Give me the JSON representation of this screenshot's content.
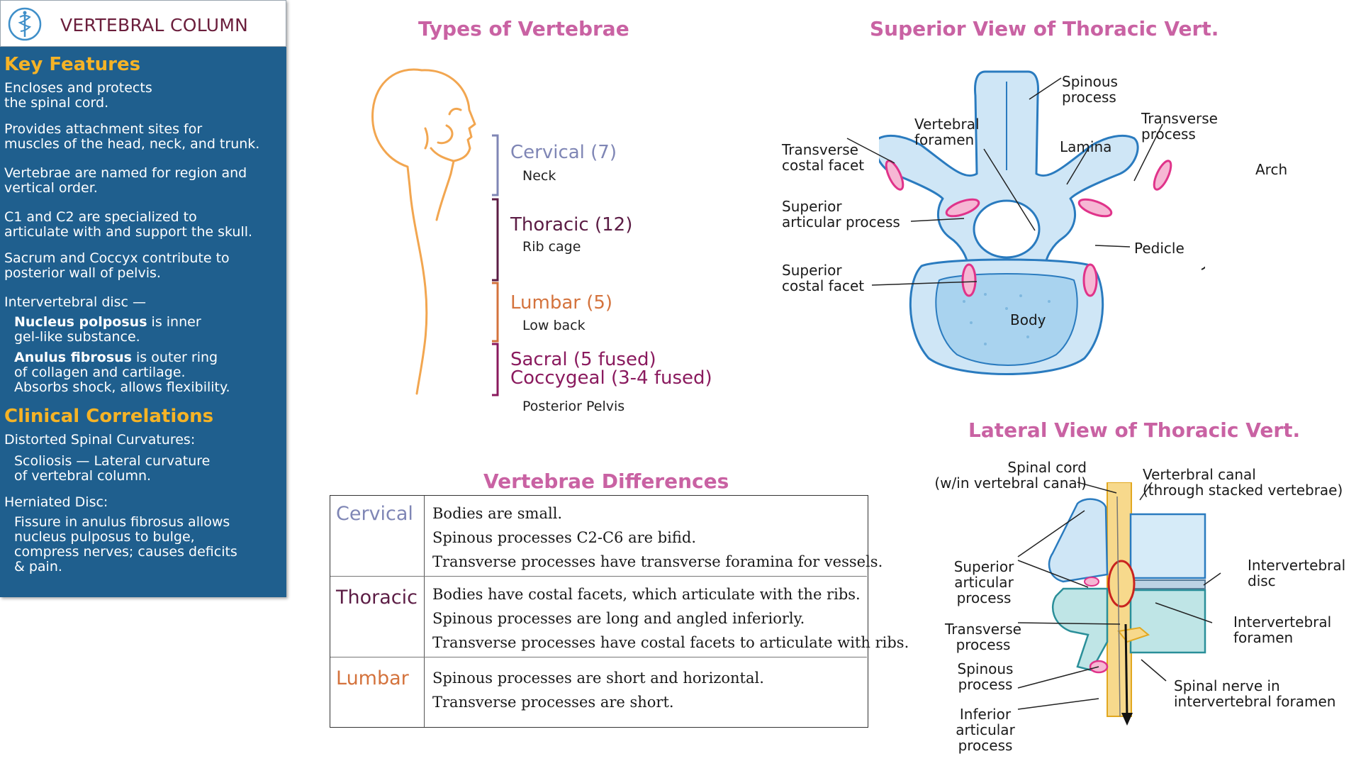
{
  "sidebar": {
    "title": "VERTEBRAL COLUMN",
    "key_features_heading": "Key Features",
    "features": [
      "Encloses and protects\nthe spinal cord.",
      "Provides attachment sites for\nmuscles of the head, neck, and trunk.",
      "Vertebrae are named for region and\nvertical order.",
      "C1 and C2 are specialized to\narticulate with and support the skull.",
      "Sacrum and Coccyx contribute to\nposterior wall of pelvis.",
      "Intervertebral disc —"
    ],
    "disc_items": [
      {
        "bold": "Nucleus polposus",
        "text": " is inner\ngel-like substance."
      },
      {
        "bold": "Anulus fibrosus",
        "text": " is outer ring\nof collagen and cartilage.\nAbsorbs shock, allows flexibility."
      }
    ],
    "clinical_heading": "Clinical Correlations",
    "clinical_1_title": "Distorted Spinal Curvatures:",
    "clinical_1_text": "Scoliosis — Lateral curvature\nof vertebral column.",
    "clinical_2_title": "Herniated Disc:",
    "clinical_2_text": "Fissure in anulus fibrosus allows\nnucleus pulposus to bulge,\ncompress nerves; causes deficits\n& pain."
  },
  "types": {
    "title": "Types of Vertebrae",
    "regions": [
      {
        "name": "Cervical (7)",
        "sub": "Neck",
        "color": "#7f86b5"
      },
      {
        "name": "Thoracic (12)",
        "sub": "Rib cage",
        "color": "#5c1d45"
      },
      {
        "name": "Lumbar (5)",
        "sub": "Low back",
        "color": "#d4733d"
      },
      {
        "name": "Sacral (5 fused)",
        "sub": "",
        "color": "#8a1a5e"
      },
      {
        "name": "Coccygeal (3-4 fused)",
        "sub": "Posterior Pelvis",
        "color": "#8a1a5e"
      }
    ]
  },
  "differences": {
    "title": "Vertebrae Differences",
    "rows": [
      {
        "name": "Cervical",
        "color": "#7f86b5",
        "lines": [
          "Bodies are small.",
          "Spinous processes C2-C6 are bifid.",
          "Transverse processes have transverse foramina for vessels."
        ]
      },
      {
        "name": "Thoracic",
        "color": "#5c1d45",
        "lines": [
          "Bodies have costal facets, which articulate with the ribs.",
          "Spinous processes are long and angled inferiorly.",
          "Transverse processes have costal facets to articulate with ribs."
        ]
      },
      {
        "name": "Lumbar",
        "color": "#d4733d",
        "lines": [
          "Spinous processes are short and horizontal.",
          "Transverse processes are short."
        ]
      }
    ]
  },
  "superior": {
    "title": "Superior View of Thoracic Vert.",
    "labels": {
      "spinous": "Spinous\nprocess",
      "transverse": "Transverse\nprocess",
      "vertebral_foramen": "Vertebral\nforamen",
      "lamina": "Lamina",
      "transverse_costal": "Transverse\ncostal facet",
      "superior_articular": "Superior\narticular process",
      "pedicle": "Pedicle",
      "superior_costal": "Superior\ncostal facet",
      "body": "Body",
      "arch": "Arch"
    }
  },
  "lateral": {
    "title": "Lateral View of Thoracic Vert.",
    "labels": {
      "spinal_cord": "Spinal cord\n(w/in vertebral canal)",
      "vertebral_canal": "Verterbral canal\n(through stacked vertebrae)",
      "superior_articular": "Superior\narticular\nprocess",
      "intervertebral_disc": "Intervertebral\ndisc",
      "transverse": "Transverse\nprocess",
      "intervertebral_foramen": "Intervertebral\nforamen",
      "spinous": "Spinous\nprocess",
      "spinal_nerve": "Spinal nerve in\nintervertebral foramen",
      "inferior_articular": "Inferior\narticular\nprocess"
    }
  },
  "colors": {
    "sidebar_bg": "#1f5f8e",
    "heading_gold": "#f5b326",
    "section_pink": "#c962a3",
    "bone_blue": "#cfe6f6",
    "facet_pink": "#e0338a",
    "figure_orange": "#f2a650"
  }
}
